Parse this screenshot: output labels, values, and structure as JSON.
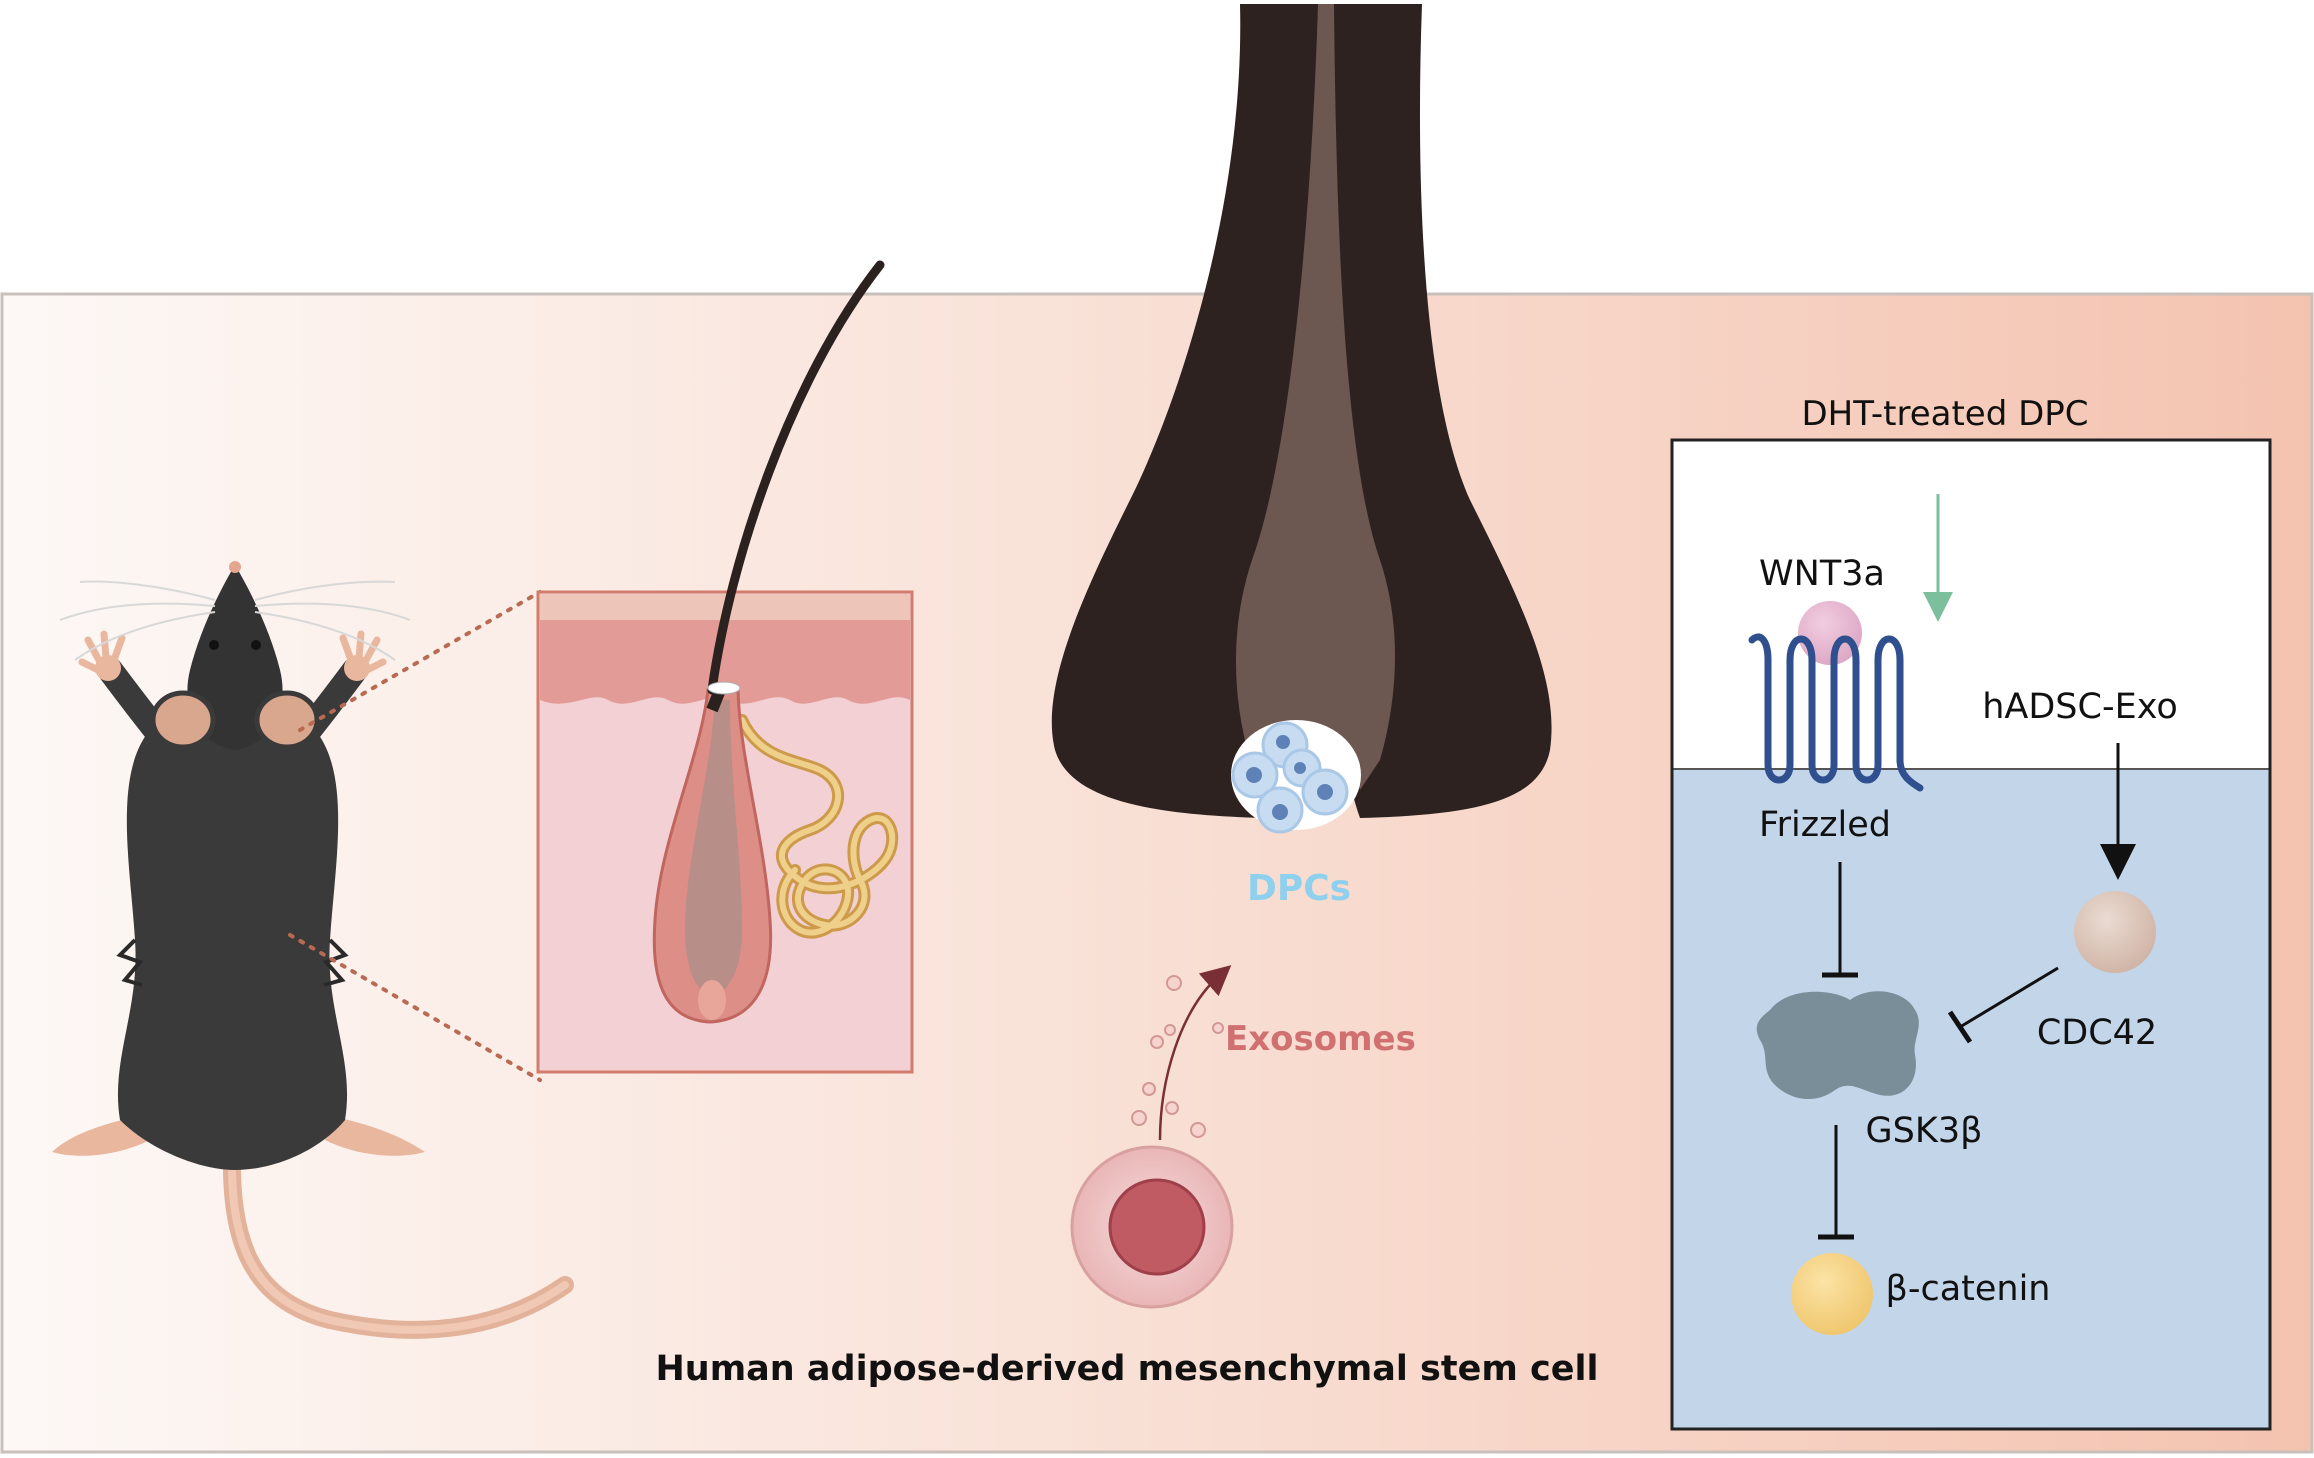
{
  "labels": {
    "dht_title": "DHT-treated DPC",
    "wnt3a": "WNT3a",
    "hadsc_exo": "hADSC-Exo",
    "frizzled": "Frizzled",
    "cdc42": "CDC42",
    "gsk3b": "GSK3β",
    "beta_catenin": "β-catenin",
    "dpcs": "DPCs",
    "exosomes": "Exosomes",
    "stem_cell": "Human adipose-derived mesenchymal stem cell"
  },
  "colors": {
    "panel_bg_start": "#fdf8f6",
    "panel_bg_end": "#f6c6b4",
    "dpc_label": "#8fd0ee",
    "exosome_label": "#d07070",
    "receptor": "#2f4f8f",
    "wnt_ligand": "#e6b4cc",
    "green_arrow": "#80c0a0",
    "cytoplasm": "#c2d5e9",
    "gsk3b": "#7a8e9a",
    "cdc42": "#d8c0b4",
    "beta_catenin": "#f4cf7e",
    "hair_dark": "#2d2220",
    "mouse_body": "#3a3a3a",
    "mouse_skin": "#e8b89e"
  },
  "icons": [
    "mouse-illustration",
    "skin-section-icon",
    "hair-follicle-icon",
    "stem-cell-icon"
  ]
}
